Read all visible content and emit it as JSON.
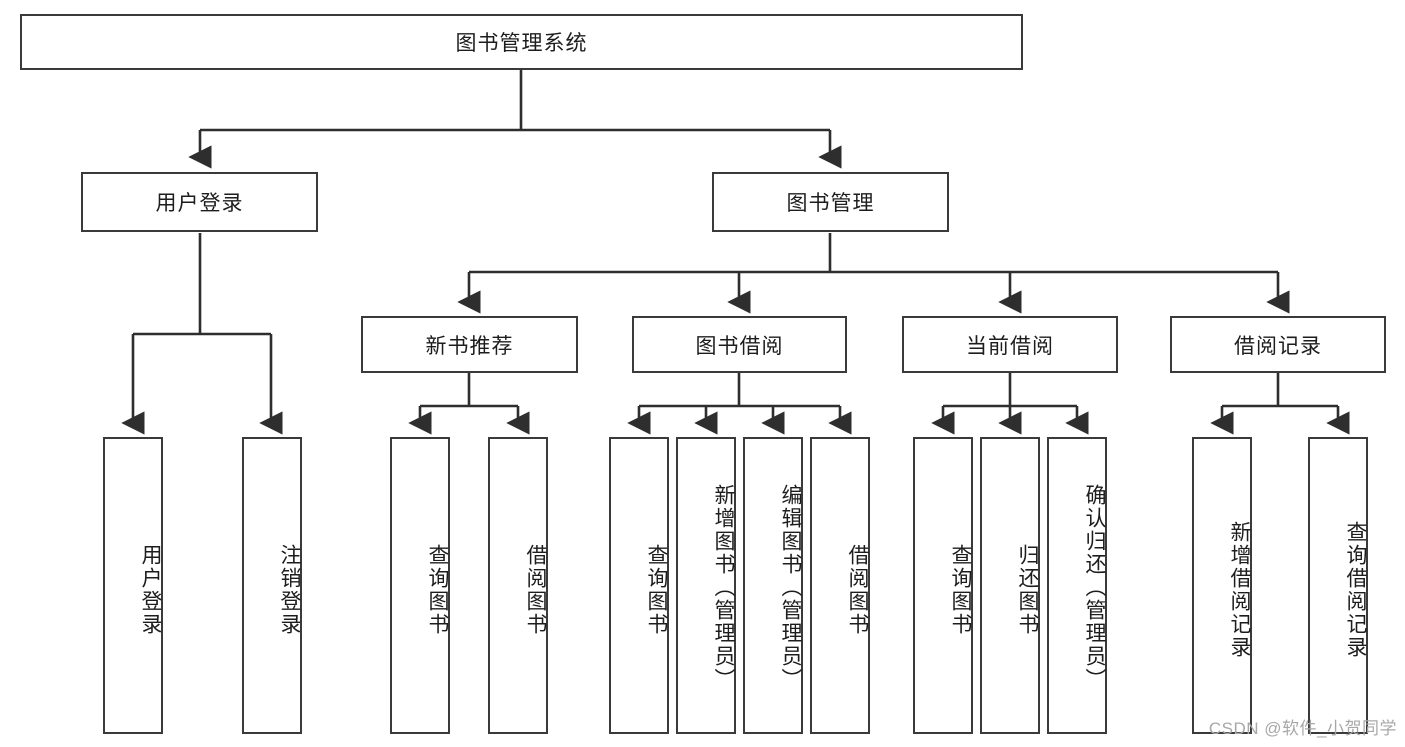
{
  "diagram": {
    "title": "图书管理系统",
    "watermark": "CSDN @软件_小贺同学",
    "stroke_color": "#3a3a3a",
    "background_color": "#ffffff",
    "text_color": "#1d1d1d",
    "root": {
      "label": "图书管理系统"
    },
    "level2": [
      {
        "label": "用户登录"
      },
      {
        "label": "图书管理"
      }
    ],
    "level3": [
      {
        "label": "新书推荐"
      },
      {
        "label": "图书借阅"
      },
      {
        "label": "当前借阅"
      },
      {
        "label": "借阅记录"
      }
    ],
    "leaves": {
      "user_login": [
        {
          "label": "用户登录"
        },
        {
          "label": "注销登录"
        }
      ],
      "new_book": [
        {
          "label": "查询图书"
        },
        {
          "label": "借阅图书"
        }
      ],
      "book_borrow": [
        {
          "label": "查询图书"
        },
        {
          "label": "新增图书（管理员）"
        },
        {
          "label": "编辑图书（管理员）"
        },
        {
          "label": "借阅图书"
        }
      ],
      "current_borrow": [
        {
          "label": "查询图书"
        },
        {
          "label": "归还图书"
        },
        {
          "label": "确认归还（管理员）"
        }
      ],
      "borrow_record": [
        {
          "label": "新增借阅记录"
        },
        {
          "label": "查询借阅记录"
        }
      ]
    }
  }
}
